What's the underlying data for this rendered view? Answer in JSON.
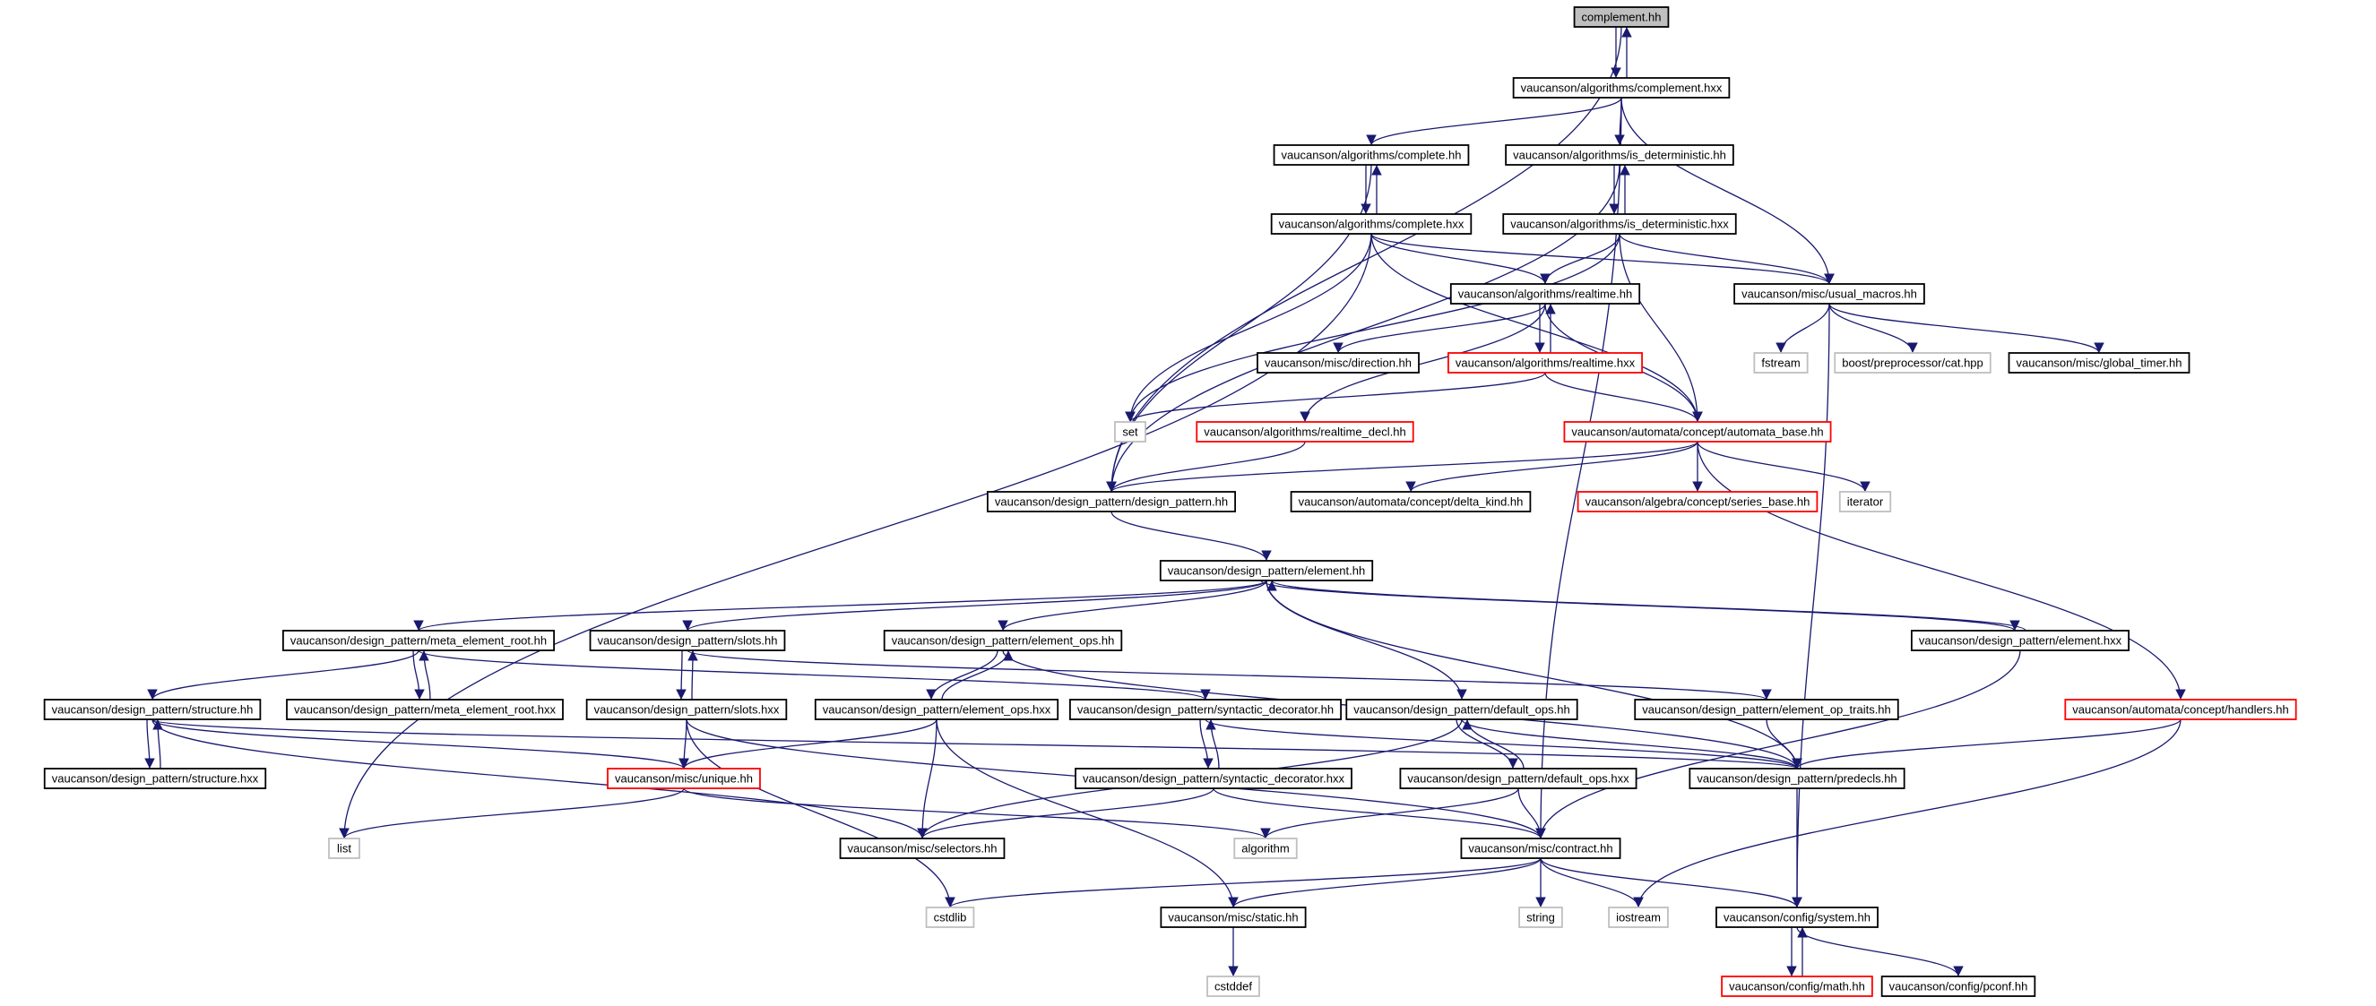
{
  "colors": {
    "edge": "#191970",
    "border": "#000000",
    "external_border": "#bfbfbf",
    "truncated_border": "#ff0000",
    "root_fill": "#bfbfbf",
    "fill": "#ffffff"
  },
  "nodes": [
    {
      "id": "n_complement_hh",
      "label": "complement.hh",
      "kind": "root"
    },
    {
      "id": "n_complement_hxx",
      "label": "vaucanson/algorithms/complement.hxx",
      "kind": "normal"
    },
    {
      "id": "n_complete_hh",
      "label": "vaucanson/algorithms/complete.hh",
      "kind": "normal"
    },
    {
      "id": "n_isdet_hh",
      "label": "vaucanson/algorithms/is_deterministic.hh",
      "kind": "normal"
    },
    {
      "id": "n_complete_hxx",
      "label": "vaucanson/algorithms/complete.hxx",
      "kind": "normal"
    },
    {
      "id": "n_isdet_hxx",
      "label": "vaucanson/algorithms/is_deterministic.hxx",
      "kind": "normal"
    },
    {
      "id": "n_realtime_hh",
      "label": "vaucanson/algorithms/realtime.hh",
      "kind": "normal"
    },
    {
      "id": "n_usual_macros",
      "label": "vaucanson/misc/usual_macros.hh",
      "kind": "normal"
    },
    {
      "id": "n_direction",
      "label": "vaucanson/misc/direction.hh",
      "kind": "normal"
    },
    {
      "id": "n_realtime_hxx",
      "label": "vaucanson/algorithms/realtime.hxx",
      "kind": "truncated"
    },
    {
      "id": "n_fstream",
      "label": "fstream",
      "kind": "external"
    },
    {
      "id": "n_cat_hpp",
      "label": "boost/preprocessor/cat.hpp",
      "kind": "external"
    },
    {
      "id": "n_global_timer",
      "label": "vaucanson/misc/global_timer.hh",
      "kind": "normal"
    },
    {
      "id": "n_set",
      "label": "set",
      "kind": "external"
    },
    {
      "id": "n_realtime_decl",
      "label": "vaucanson/algorithms/realtime_decl.hh",
      "kind": "truncated"
    },
    {
      "id": "n_automata_base",
      "label": "vaucanson/automata/concept/automata_base.hh",
      "kind": "truncated"
    },
    {
      "id": "n_design_pattern",
      "label": "vaucanson/design_pattern/design_pattern.hh",
      "kind": "normal"
    },
    {
      "id": "n_delta_kind",
      "label": "vaucanson/automata/concept/delta_kind.hh",
      "kind": "normal"
    },
    {
      "id": "n_series_base",
      "label": "vaucanson/algebra/concept/series_base.hh",
      "kind": "truncated"
    },
    {
      "id": "n_iterator",
      "label": "iterator",
      "kind": "external"
    },
    {
      "id": "n_element_hh",
      "label": "vaucanson/design_pattern/element.hh",
      "kind": "normal"
    },
    {
      "id": "n_meta_root_hh",
      "label": "vaucanson/design_pattern/meta_element_root.hh",
      "kind": "normal"
    },
    {
      "id": "n_slots_hh",
      "label": "vaucanson/design_pattern/slots.hh",
      "kind": "normal"
    },
    {
      "id": "n_element_ops_hh",
      "label": "vaucanson/design_pattern/element_ops.hh",
      "kind": "normal"
    },
    {
      "id": "n_element_hxx",
      "label": "vaucanson/design_pattern/element.hxx",
      "kind": "normal"
    },
    {
      "id": "n_structure_hh",
      "label": "vaucanson/design_pattern/structure.hh",
      "kind": "normal"
    },
    {
      "id": "n_meta_root_hxx",
      "label": "vaucanson/design_pattern/meta_element_root.hxx",
      "kind": "normal"
    },
    {
      "id": "n_slots_hxx",
      "label": "vaucanson/design_pattern/slots.hxx",
      "kind": "normal"
    },
    {
      "id": "n_element_ops_hxx",
      "label": "vaucanson/design_pattern/element_ops.hxx",
      "kind": "normal"
    },
    {
      "id": "n_syn_dec_hh",
      "label": "vaucanson/design_pattern/syntactic_decorator.hh",
      "kind": "normal"
    },
    {
      "id": "n_default_ops_hh",
      "label": "vaucanson/design_pattern/default_ops.hh",
      "kind": "normal"
    },
    {
      "id": "n_elem_op_traits",
      "label": "vaucanson/design_pattern/element_op_traits.hh",
      "kind": "normal"
    },
    {
      "id": "n_handlers",
      "label": "vaucanson/automata/concept/handlers.hh",
      "kind": "truncated"
    },
    {
      "id": "n_structure_hxx",
      "label": "vaucanson/design_pattern/structure.hxx",
      "kind": "normal"
    },
    {
      "id": "n_unique",
      "label": "vaucanson/misc/unique.hh",
      "kind": "truncated"
    },
    {
      "id": "n_syn_dec_hxx",
      "label": "vaucanson/design_pattern/syntactic_decorator.hxx",
      "kind": "normal"
    },
    {
      "id": "n_default_ops_hxx",
      "label": "vaucanson/design_pattern/default_ops.hxx",
      "kind": "normal"
    },
    {
      "id": "n_predecls",
      "label": "vaucanson/design_pattern/predecls.hh",
      "kind": "normal"
    },
    {
      "id": "n_list",
      "label": "list",
      "kind": "external"
    },
    {
      "id": "n_selectors",
      "label": "vaucanson/misc/selectors.hh",
      "kind": "normal"
    },
    {
      "id": "n_algorithm",
      "label": "algorithm",
      "kind": "external"
    },
    {
      "id": "n_contract",
      "label": "vaucanson/misc/contract.hh",
      "kind": "normal"
    },
    {
      "id": "n_cstdlib",
      "label": "cstdlib",
      "kind": "external"
    },
    {
      "id": "n_static",
      "label": "vaucanson/misc/static.hh",
      "kind": "normal"
    },
    {
      "id": "n_string",
      "label": "string",
      "kind": "external"
    },
    {
      "id": "n_iostream",
      "label": "iostream",
      "kind": "external"
    },
    {
      "id": "n_system",
      "label": "vaucanson/config/system.hh",
      "kind": "normal"
    },
    {
      "id": "n_cstddef",
      "label": "cstddef",
      "kind": "external"
    },
    {
      "id": "n_math",
      "label": "vaucanson/config/math.hh",
      "kind": "truncated"
    },
    {
      "id": "n_pconf",
      "label": "vaucanson/config/pconf.hh",
      "kind": "normal"
    }
  ],
  "edges": [
    [
      "n_complement_hh",
      "n_complement_hxx"
    ],
    [
      "n_complement_hxx",
      "n_complement_hh"
    ],
    [
      "n_complement_hh",
      "n_design_pattern"
    ],
    [
      "n_complement_hxx",
      "n_complete_hh"
    ],
    [
      "n_complement_hxx",
      "n_isdet_hh"
    ],
    [
      "n_complement_hxx",
      "n_usual_macros"
    ],
    [
      "n_complement_hxx",
      "n_contract"
    ],
    [
      "n_complete_hh",
      "n_complete_hxx"
    ],
    [
      "n_complete_hxx",
      "n_complete_hh"
    ],
    [
      "n_complete_hh",
      "n_design_pattern"
    ],
    [
      "n_isdet_hh",
      "n_isdet_hxx"
    ],
    [
      "n_isdet_hxx",
      "n_isdet_hh"
    ],
    [
      "n_isdet_hh",
      "n_design_pattern"
    ],
    [
      "n_complete_hxx",
      "n_realtime_hh"
    ],
    [
      "n_complete_hxx",
      "n_usual_macros"
    ],
    [
      "n_complete_hxx",
      "n_set"
    ],
    [
      "n_complete_hxx",
      "n_automata_base"
    ],
    [
      "n_complete_hxx",
      "n_list"
    ],
    [
      "n_isdet_hxx",
      "n_realtime_hh"
    ],
    [
      "n_isdet_hxx",
      "n_usual_macros"
    ],
    [
      "n_isdet_hxx",
      "n_set"
    ],
    [
      "n_isdet_hxx",
      "n_automata_base"
    ],
    [
      "n_realtime_hh",
      "n_direction"
    ],
    [
      "n_realtime_hh",
      "n_realtime_hxx"
    ],
    [
      "n_realtime_hxx",
      "n_realtime_hh"
    ],
    [
      "n_realtime_hh",
      "n_realtime_decl"
    ],
    [
      "n_realtime_hh",
      "n_automata_base"
    ],
    [
      "n_realtime_hxx",
      "n_set"
    ],
    [
      "n_realtime_hxx",
      "n_automata_base"
    ],
    [
      "n_realtime_decl",
      "n_design_pattern"
    ],
    [
      "n_usual_macros",
      "n_fstream"
    ],
    [
      "n_usual_macros",
      "n_cat_hpp"
    ],
    [
      "n_usual_macros",
      "n_global_timer"
    ],
    [
      "n_usual_macros",
      "n_system"
    ],
    [
      "n_automata_base",
      "n_design_pattern"
    ],
    [
      "n_automata_base",
      "n_delta_kind"
    ],
    [
      "n_automata_base",
      "n_series_base"
    ],
    [
      "n_automata_base",
      "n_iterator"
    ],
    [
      "n_automata_base",
      "n_handlers"
    ],
    [
      "n_design_pattern",
      "n_element_hh"
    ],
    [
      "n_element_hh",
      "n_meta_root_hh"
    ],
    [
      "n_element_hh",
      "n_slots_hh"
    ],
    [
      "n_element_hh",
      "n_element_ops_hh"
    ],
    [
      "n_element_hh",
      "n_element_hxx"
    ],
    [
      "n_element_hxx",
      "n_element_hh"
    ],
    [
      "n_element_hh",
      "n_default_ops_hh"
    ],
    [
      "n_element_hh",
      "n_predecls"
    ],
    [
      "n_meta_root_hh",
      "n_meta_root_hxx"
    ],
    [
      "n_meta_root_hxx",
      "n_meta_root_hh"
    ],
    [
      "n_meta_root_hh",
      "n_structure_hh"
    ],
    [
      "n_meta_root_hh",
      "n_syn_dec_hh"
    ],
    [
      "n_slots_hh",
      "n_slots_hxx"
    ],
    [
      "n_slots_hxx",
      "n_slots_hh"
    ],
    [
      "n_slots_hh",
      "n_elem_op_traits"
    ],
    [
      "n_element_ops_hh",
      "n_element_ops_hxx"
    ],
    [
      "n_element_ops_hxx",
      "n_element_ops_hh"
    ],
    [
      "n_element_ops_hh",
      "n_predecls"
    ],
    [
      "n_structure_hh",
      "n_structure_hxx"
    ],
    [
      "n_structure_hxx",
      "n_structure_hh"
    ],
    [
      "n_structure_hh",
      "n_unique"
    ],
    [
      "n_structure_hh",
      "n_selectors"
    ],
    [
      "n_structure_hh",
      "n_predecls"
    ],
    [
      "n_slots_hxx",
      "n_unique"
    ],
    [
      "n_slots_hxx",
      "n_contract"
    ],
    [
      "n_slots_hxx",
      "n_cstdlib"
    ],
    [
      "n_element_ops_hxx",
      "n_unique"
    ],
    [
      "n_element_ops_hxx",
      "n_selectors"
    ],
    [
      "n_element_ops_hxx",
      "n_static"
    ],
    [
      "n_syn_dec_hh",
      "n_syn_dec_hxx"
    ],
    [
      "n_syn_dec_hxx",
      "n_syn_dec_hh"
    ],
    [
      "n_syn_dec_hh",
      "n_predecls"
    ],
    [
      "n_syn_dec_hxx",
      "n_selectors"
    ],
    [
      "n_syn_dec_hxx",
      "n_contract"
    ],
    [
      "n_default_ops_hh",
      "n_default_ops_hxx"
    ],
    [
      "n_default_ops_hxx",
      "n_default_ops_hh"
    ],
    [
      "n_default_ops_hh",
      "n_predecls"
    ],
    [
      "n_default_ops_hh",
      "n_selectors"
    ],
    [
      "n_default_ops_hxx",
      "n_algorithm"
    ],
    [
      "n_default_ops_hxx",
      "n_contract"
    ],
    [
      "n_elem_op_traits",
      "n_predecls"
    ],
    [
      "n_element_hxx",
      "n_contract"
    ],
    [
      "n_handlers",
      "n_predecls"
    ],
    [
      "n_handlers",
      "n_iostream"
    ],
    [
      "n_unique",
      "n_list"
    ],
    [
      "n_unique",
      "n_algorithm"
    ],
    [
      "n_predecls",
      "n_system"
    ],
    [
      "n_contract",
      "n_cstdlib"
    ],
    [
      "n_contract",
      "n_static"
    ],
    [
      "n_contract",
      "n_string"
    ],
    [
      "n_contract",
      "n_iostream"
    ],
    [
      "n_contract",
      "n_system"
    ],
    [
      "n_static",
      "n_cstddef"
    ],
    [
      "n_system",
      "n_math"
    ],
    [
      "n_math",
      "n_system"
    ],
    [
      "n_system",
      "n_pconf"
    ]
  ]
}
